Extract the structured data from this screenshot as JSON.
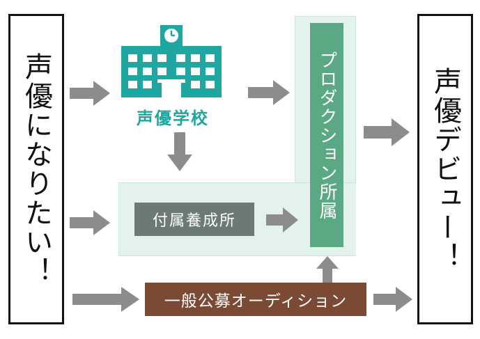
{
  "left_box": {
    "text": "声優になりたい！"
  },
  "right_box": {
    "text": "声優デビュー！"
  },
  "school": {
    "label": "声優学校",
    "color": "#1fa6a0"
  },
  "training": {
    "label": "付属養成所",
    "color": "#6b7a72"
  },
  "production": {
    "label": "プロダクション所属",
    "color": "#5aa982"
  },
  "audition": {
    "label": "一般公募オーディション",
    "color": "#7a4a34"
  },
  "colors": {
    "arrow": "#8c8c8c",
    "panel": "#e3f2ed",
    "panel_border": "#c9e6dc"
  }
}
